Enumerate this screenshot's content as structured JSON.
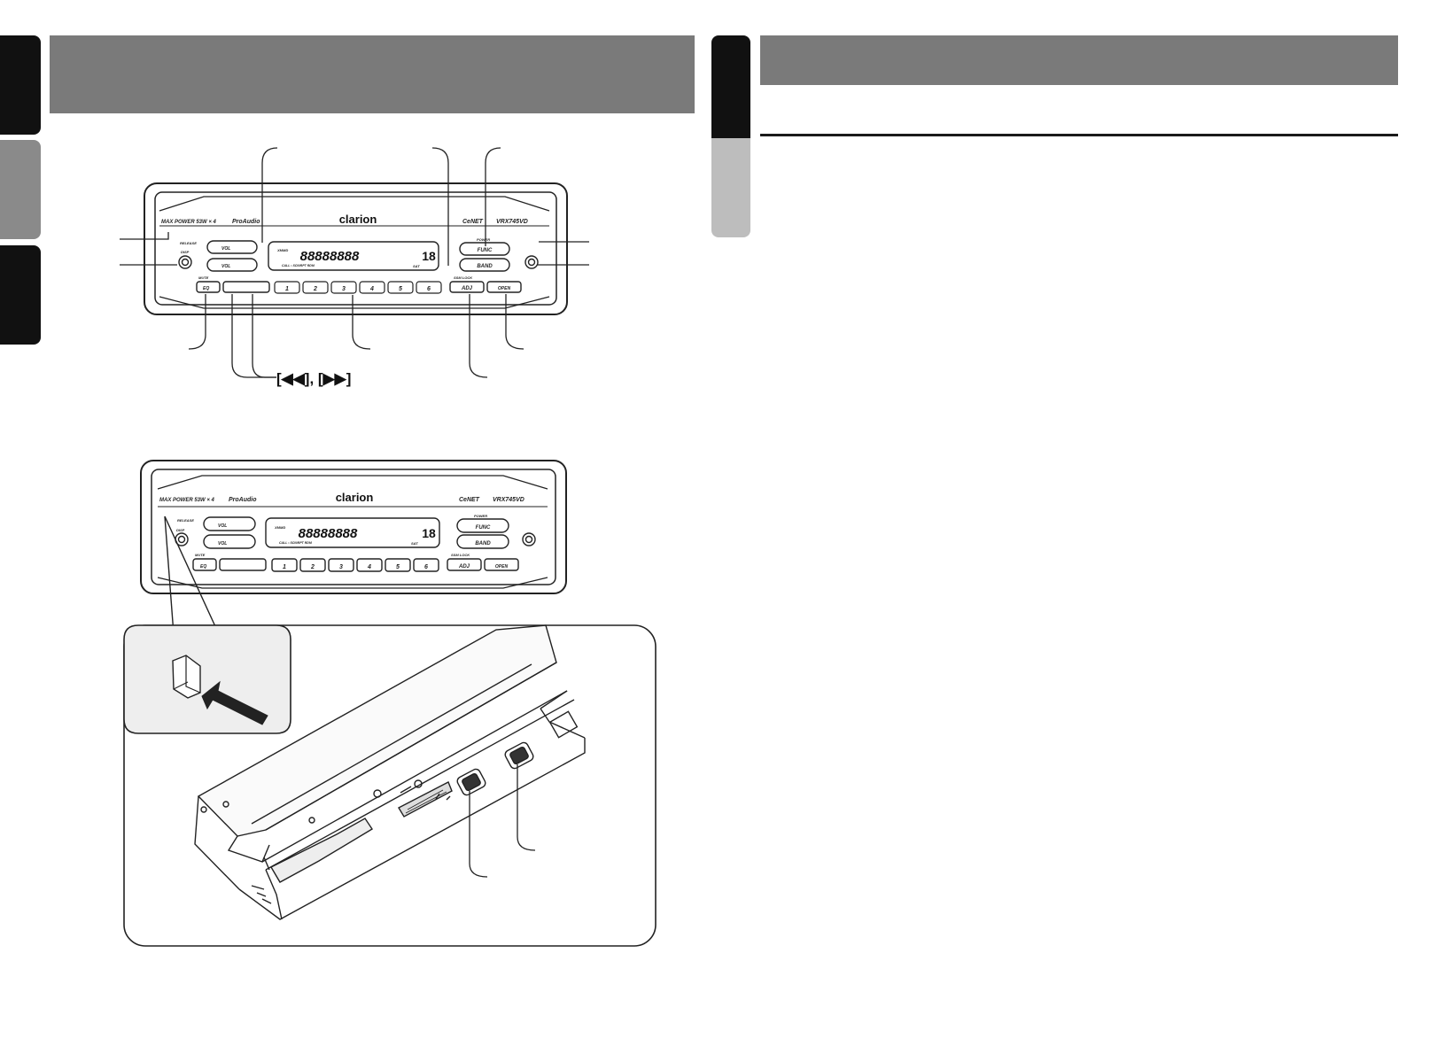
{
  "panel_top": {
    "brand": "clarion",
    "model": "VRX745VD",
    "power_rating": "MAX POWER 53W × 4",
    "series": "ProAudio",
    "network": "CeNET",
    "display_digits": "88888888",
    "display_small": "18",
    "display_sub": "SAT",
    "display_ctrl": "CALL • SCN/RPT RDM",
    "display_tag": "XMMD",
    "buttons": {
      "vol_plus": "VOL",
      "vol_minus": "VOL",
      "func": "FUNC",
      "band": "BAND",
      "adj": "ADJ",
      "open": "OPEN",
      "power": "POWER",
      "disp": "DISP",
      "release": "RELEASE",
      "mute": "MUTE",
      "ssm_lock": "SSM LOCK",
      "eq": "EQ",
      "presets": [
        "1",
        "2",
        "3",
        "4",
        "5",
        "6"
      ]
    }
  },
  "callouts": {
    "seek_label": "[◀◀], [▶▶]"
  },
  "panel_bottom": {
    "brand": "clarion",
    "model": "VRX745VD",
    "power_rating": "MAX POWER 53W × 4",
    "series": "ProAudio",
    "network": "CeNET",
    "display_digits": "88888888",
    "display_small": "18",
    "display_sub": "SAT",
    "display_ctrl": "CALL • SCN/RPT RDM",
    "display_tag": "XMMD",
    "buttons": {
      "vol_plus": "VOL",
      "vol_minus": "VOL",
      "func": "FUNC",
      "band": "BAND",
      "adj": "ADJ",
      "open": "OPEN",
      "power": "POWER",
      "disp": "DISP",
      "release": "RELEASE",
      "mute": "MUTE",
      "ssm_lock": "SSM LOCK",
      "eq": "EQ",
      "presets": [
        "1",
        "2",
        "3",
        "4",
        "5",
        "6"
      ]
    }
  },
  "colors": {
    "header_gray": "#7a7a7a",
    "tab_dark": "#111111",
    "tab_gray": "#8a8a8a",
    "tab_light": "#bdbdbd"
  }
}
